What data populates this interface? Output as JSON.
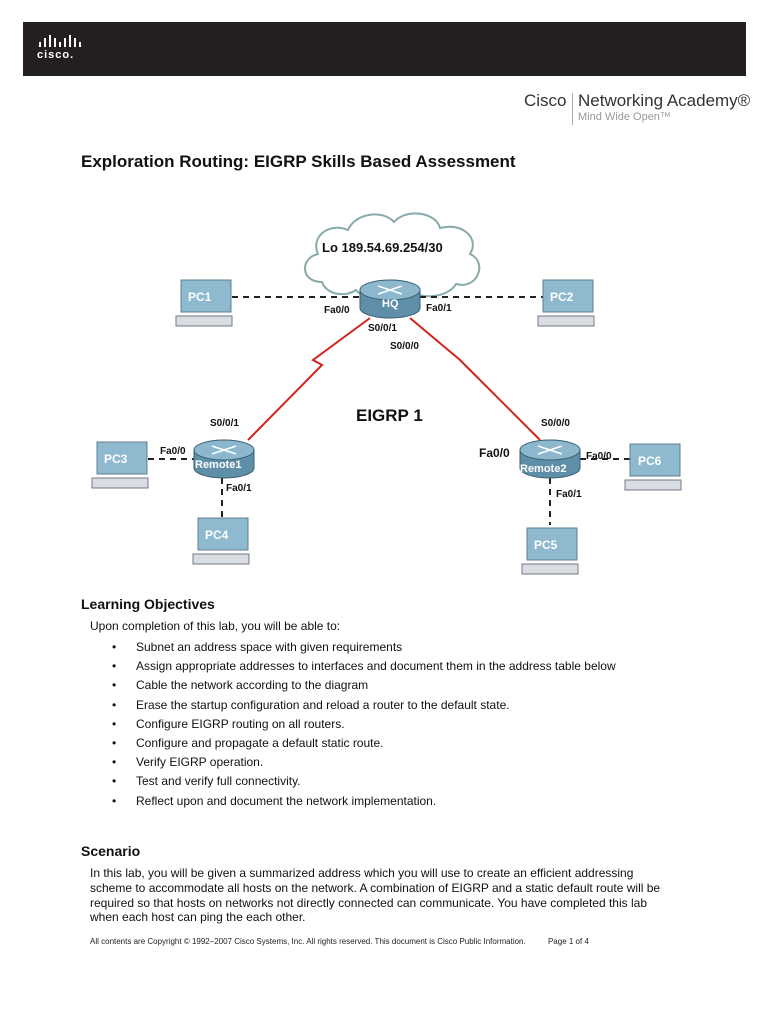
{
  "header": {
    "logo_text": "cisco.",
    "academy_cisco": "Cisco",
    "academy_name": "Networking Academy®",
    "academy_tagline": "Mind Wide Open™"
  },
  "title": "Exploration Routing: EIGRP Skills Based Assessment",
  "diagram": {
    "loopback": "Lo 189.54.69.254/30",
    "eigrp": "EIGRP 1",
    "routers": {
      "hq": "HQ",
      "remote1": "Remote1",
      "remote2": "Remote2"
    },
    "pcs": {
      "pc1": "PC1",
      "pc2": "PC2",
      "pc3": "PC3",
      "pc4": "PC4",
      "pc5": "PC5",
      "pc6": "PC6"
    },
    "interfaces": {
      "hq_fa00": "Fa0/0",
      "hq_fa01": "Fa0/1",
      "hq_s001": "S0/0/1",
      "hq_s000": "S0/0/0",
      "r1_s001": "S0/0/1",
      "r1_fa00": "Fa0/0",
      "r1_fa01": "Fa0/1",
      "r2_s000": "S0/0/0",
      "r2_fa00_left": "Fa0/0",
      "r2_fa00_right": "Fa0/0",
      "r2_fa01": "Fa0/1"
    }
  },
  "objectives": {
    "heading": "Learning Objectives",
    "intro": "Upon completion of this lab, you will be able to:",
    "items": [
      "Subnet an address space with given requirements",
      "Assign appropriate addresses to interfaces and document them in the address table below",
      "Cable the network according to the diagram",
      "Erase the startup configuration and reload a router to the default state.",
      "Configure EIGRP routing on all routers.",
      "Configure and propagate a default static route.",
      "Verify EIGRP operation.",
      "Test and verify full connectivity.",
      "Reflect upon and document the network implementation."
    ]
  },
  "scenario": {
    "heading": "Scenario",
    "lines": [
      "In this lab, you will be given a summarized address which you will use to create an efficient addressing",
      "scheme to accommodate all hosts on the network. A combination of EIGRP and a static default route will be",
      "required so that hosts on networks not directly connected can communicate. You have completed this lab",
      "when each host can ping the each other."
    ]
  },
  "footer": {
    "copyright": "All contents are Copyright © 1992–2007 Cisco Systems, Inc. All rights reserved. This document is Cisco Public Information.",
    "page": "Page 1 of 4"
  }
}
